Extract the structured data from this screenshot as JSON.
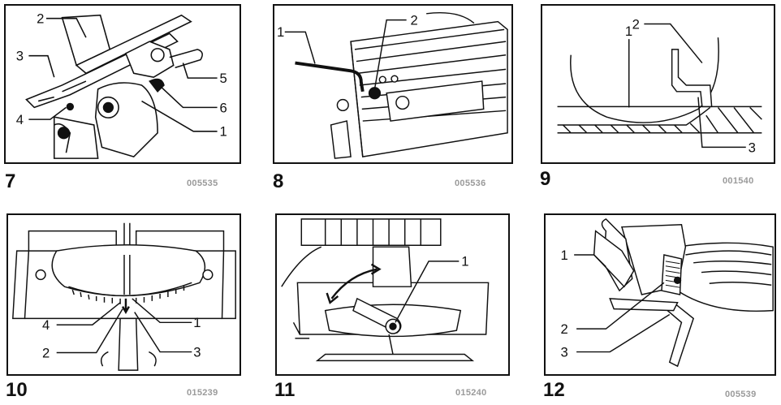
{
  "figures": [
    {
      "number": "7",
      "code": "005535",
      "callouts": [
        "2",
        "3",
        "4",
        "5",
        "6",
        "1"
      ]
    },
    {
      "number": "8",
      "code": "005536",
      "callouts": [
        "1",
        "2"
      ]
    },
    {
      "number": "9",
      "code": "001540",
      "callouts": [
        "2",
        "1",
        "3"
      ]
    },
    {
      "number": "10",
      "code": "015239",
      "callouts": [
        "4",
        "1",
        "2",
        "3"
      ]
    },
    {
      "number": "11",
      "code": "015240",
      "callouts": [
        "1"
      ]
    },
    {
      "number": "12",
      "code": "005539",
      "callouts": [
        "1",
        "2",
        "3"
      ]
    }
  ]
}
